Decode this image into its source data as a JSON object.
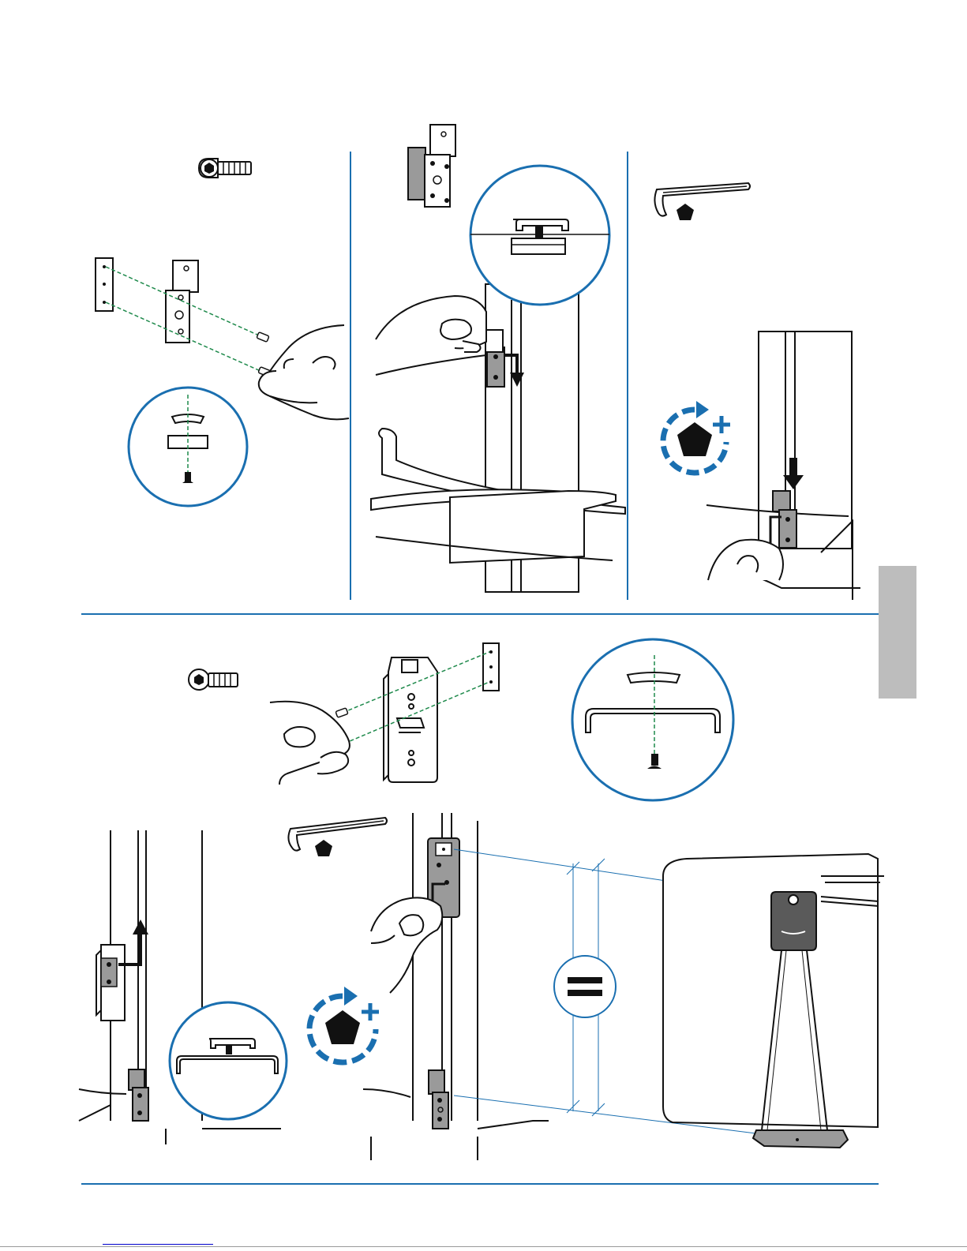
{
  "colors": {
    "accent_blue": "#1a6fb0",
    "guide_green": "#1f8a4c",
    "ink": "#111111",
    "part_gray": "#9a9a9a",
    "side_tab_gray": "#bdbdbd"
  },
  "icons": {
    "screw": "button-head-screw-icon",
    "hex_key": "hex-key-icon",
    "tighten": "tighten-rotate-plus-icon",
    "equal_spacing": "equal-sign-icon"
  },
  "panels": [
    {
      "name": "step-attach-bracket-to-clip",
      "icons": [
        "button-head-screw-icon"
      ]
    },
    {
      "name": "step-slide-bracket-onto-leg",
      "icons": []
    },
    {
      "name": "step-tighten-bracket-on-leg",
      "icons": [
        "hex-key-icon",
        "tighten-rotate-plus-icon"
      ]
    },
    {
      "name": "step-attach-plate-to-clip",
      "icons": [
        "button-head-screw-icon"
      ]
    },
    {
      "name": "step-slide-plate-onto-leg",
      "icons": []
    },
    {
      "name": "step-align-and-tighten",
      "icons": [
        "hex-key-icon",
        "tighten-rotate-plus-icon",
        "equal-sign-icon"
      ]
    }
  ]
}
